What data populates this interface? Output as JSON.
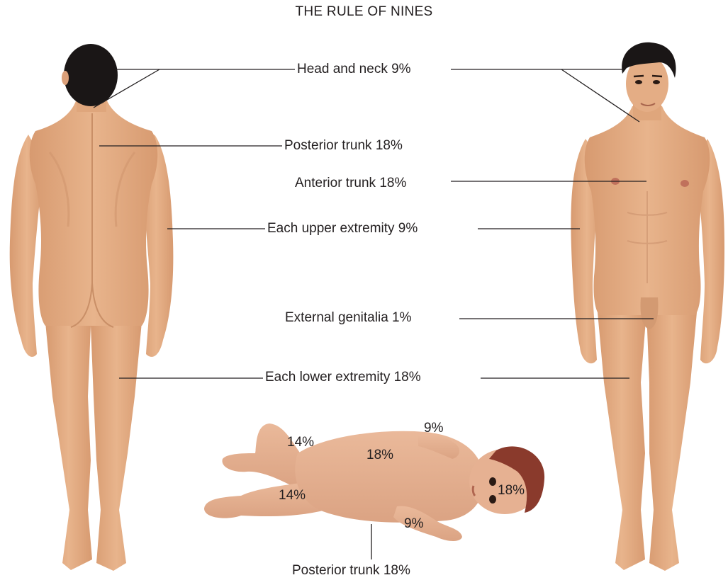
{
  "title": "THE RULE OF NINES",
  "labels": {
    "head_neck": "Head and neck 9%",
    "posterior_trunk": "Posterior trunk 18%",
    "anterior_trunk": "Anterior trunk 18%",
    "upper_extremity": "Each upper extremity 9%",
    "genitalia": "External genitalia 1%",
    "lower_extremity": "Each lower extremity 18%",
    "infant_posterior_trunk": "Posterior trunk 18%"
  },
  "infant": {
    "arm_top": "9%",
    "leg_upper": "14%",
    "trunk": "18%",
    "leg_lower": "14%",
    "head": "18%",
    "arm_bottom": "9%"
  },
  "colors": {
    "skin": "#e2aa82",
    "skin_shadow": "#c98f67",
    "hair": "#1a1616",
    "infant_hair": "#8a3a2c",
    "line": "#231f20"
  }
}
